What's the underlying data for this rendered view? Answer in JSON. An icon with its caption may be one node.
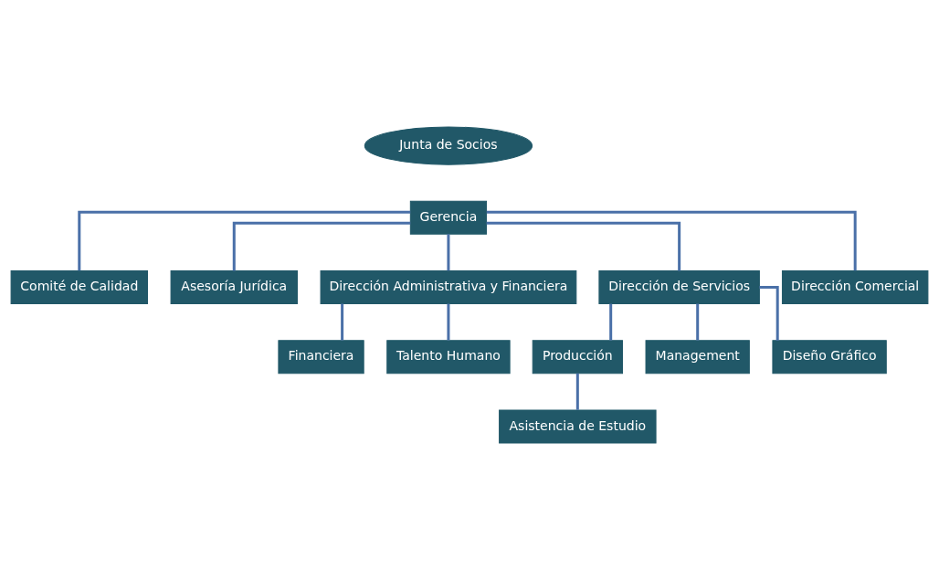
{
  "diagram": {
    "nodes": [
      {
        "text": [
          "Junta de Socios"
        ]
      },
      {
        "text": [
          "Gerencia"
        ]
      },
      {
        "text": [
          "Comité de Calidad"
        ]
      },
      {
        "text": [
          "Asesoría Jurídica"
        ]
      },
      {
        "text": [
          "Dirección Administrativa y Financiera"
        ]
      },
      {
        "text": [
          "Dirección de Servicios"
        ]
      },
      {
        "text": [
          "Dirección Comercial"
        ]
      },
      {
        "text": [
          "Financiera"
        ]
      },
      {
        "text": [
          "Talento Humano"
        ]
      },
      {
        "text": [
          "Producción"
        ]
      },
      {
        "text": [
          "Management"
        ]
      },
      {
        "text": [
          "Diseño Gráfico"
        ]
      },
      {
        "text": [
          "Asistencia de Estudio"
        ]
      }
    ],
    "edges": [
      {
        "from": 1,
        "to": 2,
        "arrow": "none"
      },
      {
        "from": 1,
        "to": 3,
        "arrow": "none"
      },
      {
        "from": 1,
        "to": 4,
        "arrow": "none"
      },
      {
        "from": 1,
        "to": 5,
        "arrow": "none"
      },
      {
        "from": 1,
        "to": 6,
        "arrow": "none"
      },
      {
        "from": 4,
        "to": 7,
        "arrow": "none"
      },
      {
        "from": 4,
        "to": 8,
        "arrow": "none"
      },
      {
        "from": 5,
        "to": 9,
        "arrow": "none"
      },
      {
        "from": 5,
        "to": 10,
        "arrow": "none"
      },
      {
        "from": 5,
        "to": 11,
        "arrow": "none"
      },
      {
        "from": 9,
        "to": 12,
        "arrow": "none"
      }
    ]
  }
}
